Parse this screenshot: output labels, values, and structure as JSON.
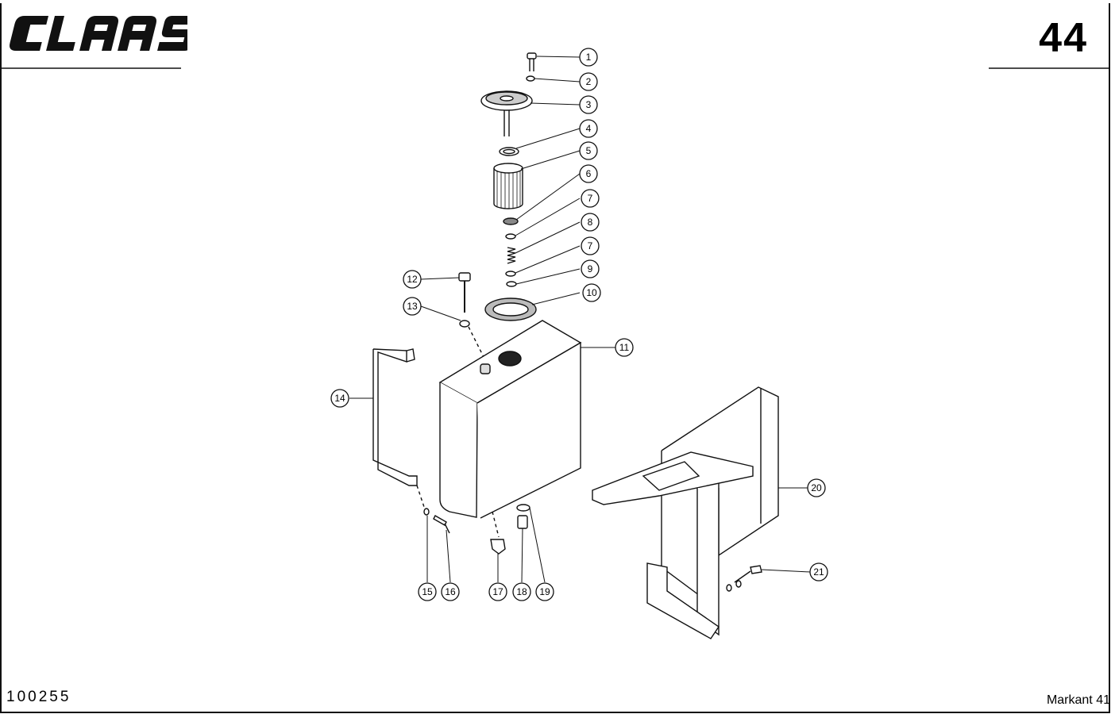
{
  "header": {
    "brand": "CLAAS",
    "page_number": "44"
  },
  "footer": {
    "reference_code": "100255",
    "model": "Markant 41"
  },
  "callouts": [
    "1",
    "2",
    "3",
    "4",
    "5",
    "6",
    "7",
    "8",
    "7",
    "9",
    "10",
    "11",
    "12",
    "13",
    "14",
    "15",
    "16",
    "17",
    "18",
    "19",
    "20",
    "21"
  ],
  "colors": {
    "ink": "#111111",
    "paper": "#ffffff"
  }
}
